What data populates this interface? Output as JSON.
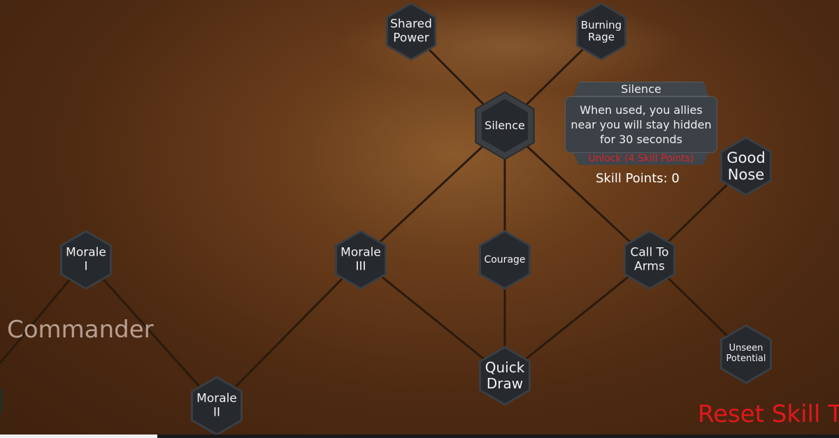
{
  "tree_name": "Commander",
  "nodes": [
    {
      "id": "shared-power",
      "label": "Shared Power",
      "text": "Shared\nPower",
      "selected": false
    },
    {
      "id": "burning-rage",
      "label": "Burning Rage",
      "text": "Burning\nRage",
      "selected": false
    },
    {
      "id": "silence",
      "label": "Silence",
      "text": "Silence",
      "selected": true
    },
    {
      "id": "good-nose",
      "label": "Good Nose",
      "text": "Good\nNose",
      "selected": false
    },
    {
      "id": "morale-1",
      "label": "Morale I",
      "text": "Morale\nI",
      "selected": false
    },
    {
      "id": "morale-3",
      "label": "Morale III",
      "text": "Morale\nIII",
      "selected": false
    },
    {
      "id": "courage",
      "label": "Courage",
      "text": "Courage",
      "selected": false
    },
    {
      "id": "call-to-arms",
      "label": "Call To Arms",
      "text": "Call To\nArms",
      "selected": false
    },
    {
      "id": "unseen-potential",
      "label": "Unseen Potential",
      "text": "Unseen\nPotential",
      "selected": false
    },
    {
      "id": "quick-draw",
      "label": "Quick Draw",
      "text": "Quick\nDraw",
      "selected": false
    },
    {
      "id": "morale-2",
      "label": "Morale II",
      "text": "Morale\nII",
      "selected": false
    }
  ],
  "links": [
    [
      "shared-power",
      "silence"
    ],
    [
      "burning-rage",
      "silence"
    ],
    [
      "silence",
      "morale-3"
    ],
    [
      "silence",
      "courage"
    ],
    [
      "silence",
      "call-to-arms"
    ],
    [
      "good-nose",
      "call-to-arms"
    ],
    [
      "morale-1",
      "morale-2"
    ],
    [
      "morale-3",
      "morale-2"
    ],
    [
      "morale-3",
      "quick-draw"
    ],
    [
      "courage",
      "quick-draw"
    ],
    [
      "call-to-arms",
      "quick-draw"
    ],
    [
      "call-to-arms",
      "unseen-potential"
    ]
  ],
  "tooltip": {
    "title": "Silence",
    "description": "When used, you allies near you will stay hidden for 30 seconds",
    "unlock": "Unlock (4 Skill Points)"
  },
  "skill_points": "Skill Points: 0",
  "reset_button": "Reset Skill T",
  "colors": {
    "node_fill": "#26292d",
    "node_border": "#3a3f44",
    "link": "#2a1a0c",
    "unlock": "#d8262b",
    "reset": "#e3171e"
  }
}
